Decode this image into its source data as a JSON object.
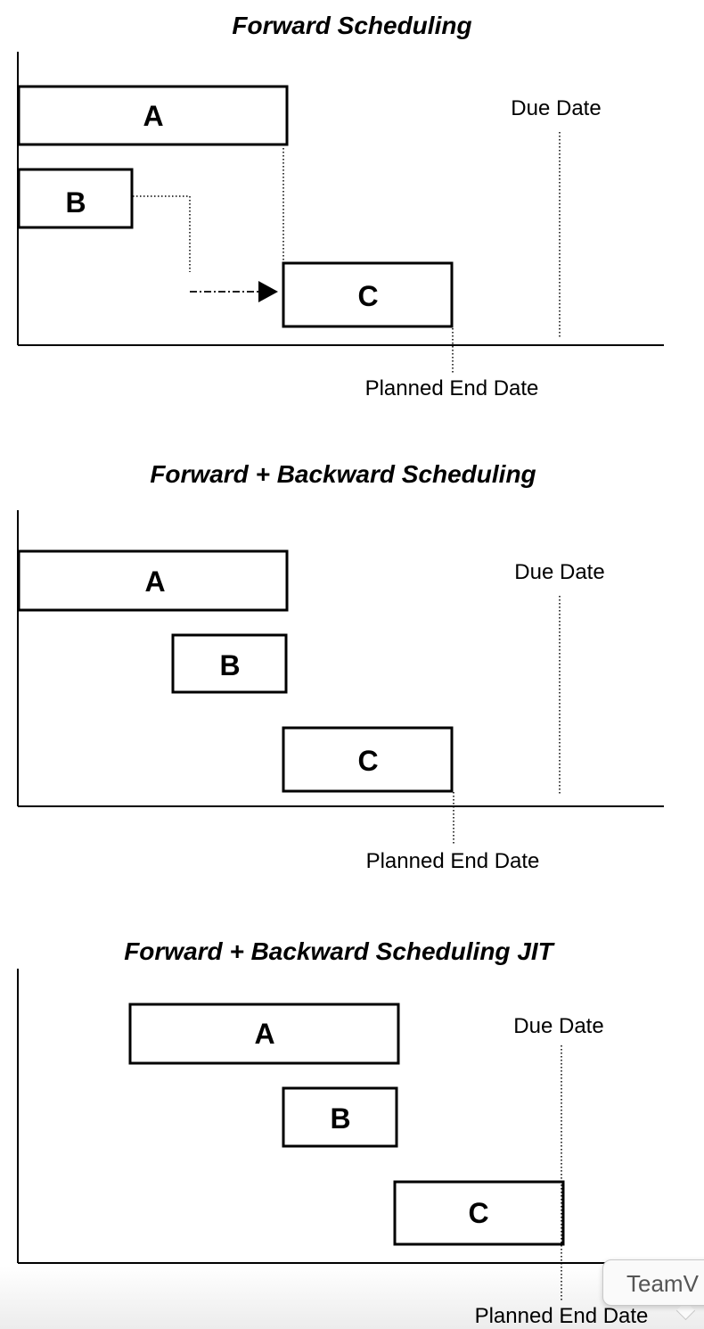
{
  "diagrams": [
    {
      "title": "Forward Scheduling",
      "bars": [
        {
          "label": "A"
        },
        {
          "label": "B"
        },
        {
          "label": "C"
        }
      ],
      "due_date_label": "Due Date",
      "planned_end_label": "Planned End Date"
    },
    {
      "title": "Forward + Backward Scheduling",
      "bars": [
        {
          "label": "A"
        },
        {
          "label": "B"
        },
        {
          "label": "C"
        }
      ],
      "due_date_label": "Due Date",
      "planned_end_label": "Planned End Date"
    },
    {
      "title": "Forward + Backward Scheduling JIT",
      "bars": [
        {
          "label": "A"
        },
        {
          "label": "B"
        },
        {
          "label": "C"
        }
      ],
      "due_date_label": "Due Date",
      "planned_end_label": "Planned End Date"
    }
  ],
  "tooltip": {
    "text": "TeamV"
  }
}
